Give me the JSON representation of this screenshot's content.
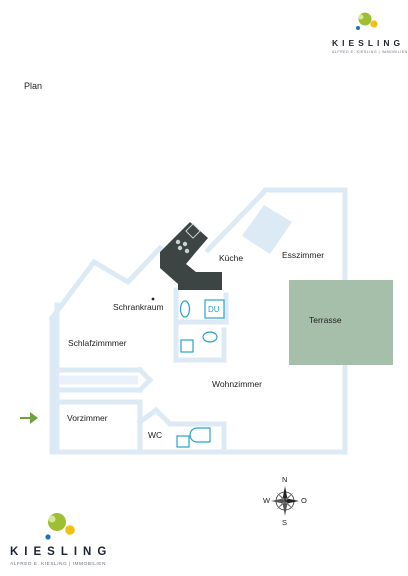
{
  "brand": {
    "name": "KIESLING",
    "tagline": "ALFRED E. KIESLING | IMMOBILIEN"
  },
  "page": {
    "title": "Plan"
  },
  "rooms": {
    "kueche": "Küche",
    "esszimmer": "Esszimmer",
    "schrankraum": "Schrankraum",
    "du": "DU",
    "terrasse": "Terrasse",
    "schlafzimmer": "Schlafzimmmer",
    "wohnzimmer": "Wohnzimmer",
    "vorzimmer": "Vorzimmer",
    "wc": "WC"
  },
  "compass": {
    "n": "N",
    "s": "S",
    "w": "W",
    "o": "O"
  },
  "colors": {
    "wall": "#dceaf6",
    "fixture": "#2aa3cc",
    "kitchen": "#3c4543",
    "terrace": "#a6bfaa",
    "arrow": "#6fa23d",
    "logo_green": "#9dbf31",
    "logo_yellow": "#f2c012",
    "logo_blue": "#1e74b8"
  }
}
